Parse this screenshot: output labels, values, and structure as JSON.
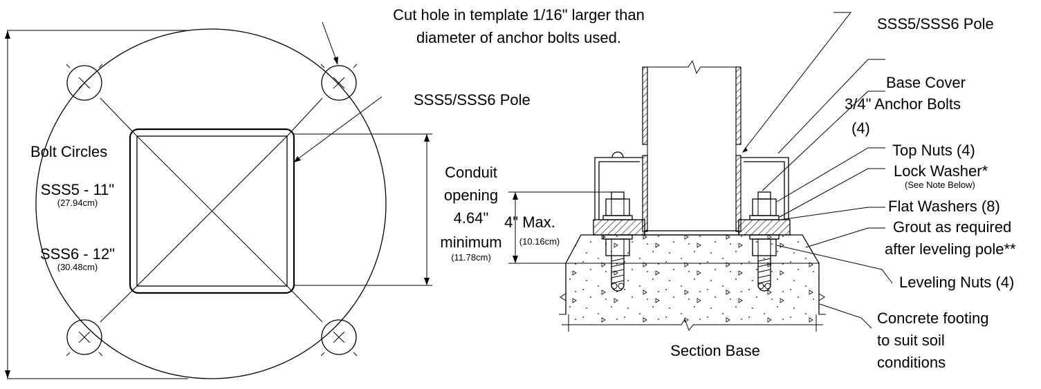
{
  "template_view": {
    "pole_label": "SSS5/SSS6 Pole",
    "bolt_circles_label": "Bolt Circles",
    "sss5_size": "SSS5 - 11\"",
    "sss5_metric": "(27.94cm)",
    "sss6_size": "SSS6 - 12\"",
    "sss6_metric": "(30.48cm)",
    "conduit_line1": "Conduit",
    "conduit_line2": "opening",
    "conduit_line3": "4.64\"",
    "conduit_line4": "minimum",
    "conduit_metric": "(11.78cm)"
  },
  "note": {
    "line1": "Cut hole in template 1/16\" larger than",
    "line2": "diameter of anchor bolts used."
  },
  "section_view": {
    "pole_label": "SSS5/SSS6 Pole",
    "max_height": "4\" Max.",
    "max_height_metric": "(10.16cm)",
    "base_cover": "Base Cover",
    "anchor_bolts_line1": "3/4\" Anchor Bolts",
    "anchor_bolts_line2": "(4)",
    "top_nuts": "Top Nuts (4)",
    "lock_washer": "Lock Washer*",
    "lock_washer_note": "(See Note Below)",
    "flat_washers": "Flat Washers (8)",
    "grout_line1": "Grout as required",
    "grout_line2": "after leveling pole**",
    "leveling_nuts": "Leveling Nuts (4)",
    "concrete_line1": "Concrete footing",
    "concrete_line2": "to suit soil",
    "concrete_line3": "conditions",
    "section_title": "Section Base"
  }
}
